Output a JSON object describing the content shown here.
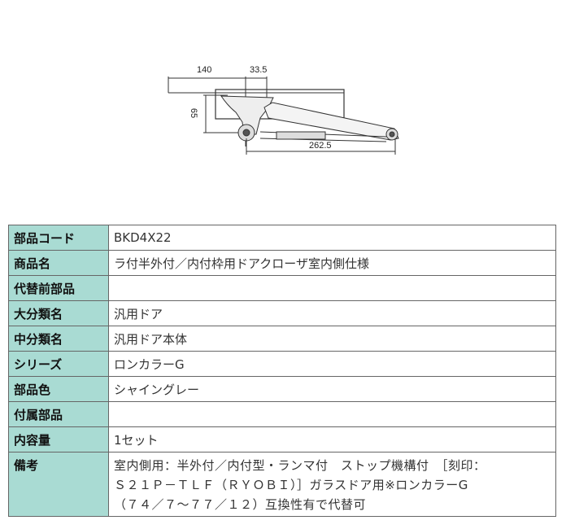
{
  "diagram": {
    "dimensions": {
      "width_140": "140",
      "offset_33_5": "33.5",
      "height_65": "65",
      "arm_262_5": "262.5"
    }
  },
  "spec_table": {
    "rows": [
      {
        "label": "部品コード",
        "value": "BKD4X22"
      },
      {
        "label": "商品名",
        "value": "ラ付半外付／内付枠用ドアクローザ室内側仕様"
      },
      {
        "label": "代替前部品",
        "value": ""
      },
      {
        "label": "大分類名",
        "value": "汎用ドア"
      },
      {
        "label": "中分類名",
        "value": "汎用ドア本体"
      },
      {
        "label": "シリーズ",
        "value": "ロンカラーG"
      },
      {
        "label": "部品色",
        "value": "シャイングレー"
      },
      {
        "label": "付属部品",
        "value": ""
      },
      {
        "label": "内容量",
        "value": "1セット"
      }
    ],
    "remarks": {
      "label": "備考",
      "line1": "室内側用：半外付／内付型・ランマ付　ストップ機構付　［刻印：",
      "line2": "Ｓ２１Ｐ－ＴＬＦ（ＲＹＯＢＩ）］ガラスドア用※ロンカラーG",
      "line3": "（７４／７～７７／１２）互換性有で代替可"
    }
  },
  "colors": {
    "label_bg": "#a9dbd3",
    "border": "#666666"
  }
}
